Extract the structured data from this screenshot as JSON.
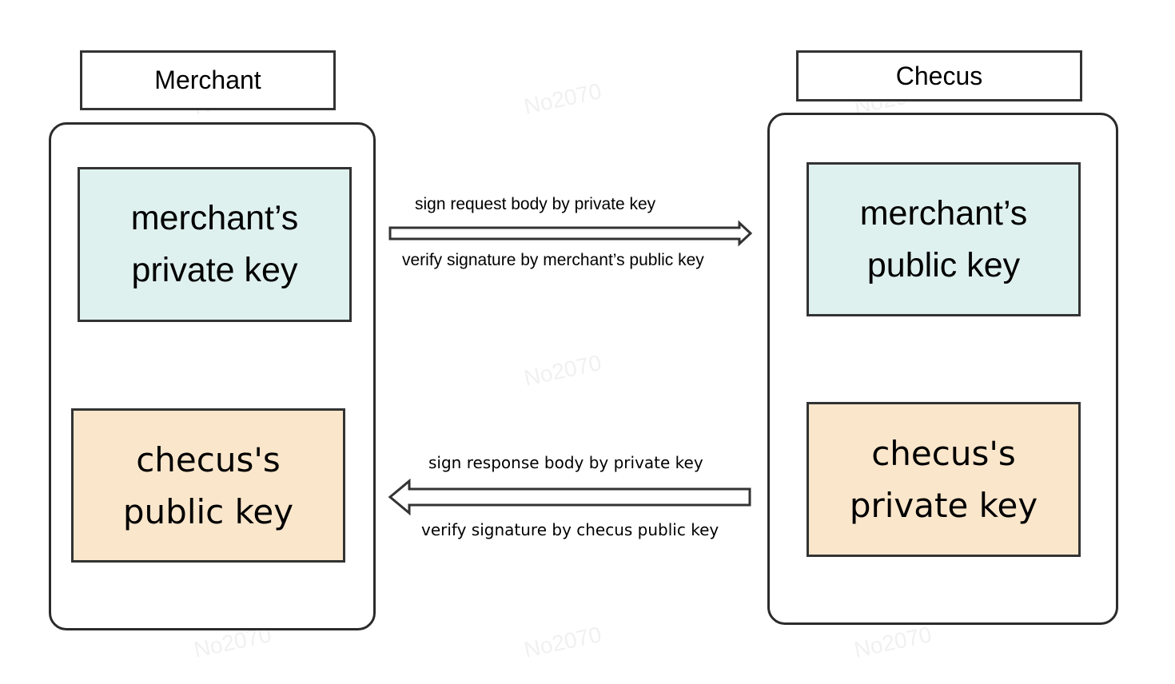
{
  "merchant": {
    "title": "Merchant",
    "private_key_line1": "merchant’s",
    "private_key_line2": "private key",
    "public_key_line1": "checus's",
    "public_key_line2": "public key"
  },
  "checus": {
    "title": "Checus",
    "public_key_line1": "merchant’s",
    "public_key_line2": "public key",
    "private_key_line1": "checus's",
    "private_key_line2": "private key"
  },
  "request_flow": {
    "top_caption": "sign request body by private key",
    "bottom_caption": "verify signature by merchant’s public key"
  },
  "response_flow": {
    "top_caption": "sign response body by private key",
    "bottom_caption": "verify signature by checus public key"
  },
  "colors": {
    "private_key_fill": "#dff1ee",
    "public_key_fill": "#fae6cb",
    "stroke": "#333333"
  },
  "watermark": "No2070"
}
